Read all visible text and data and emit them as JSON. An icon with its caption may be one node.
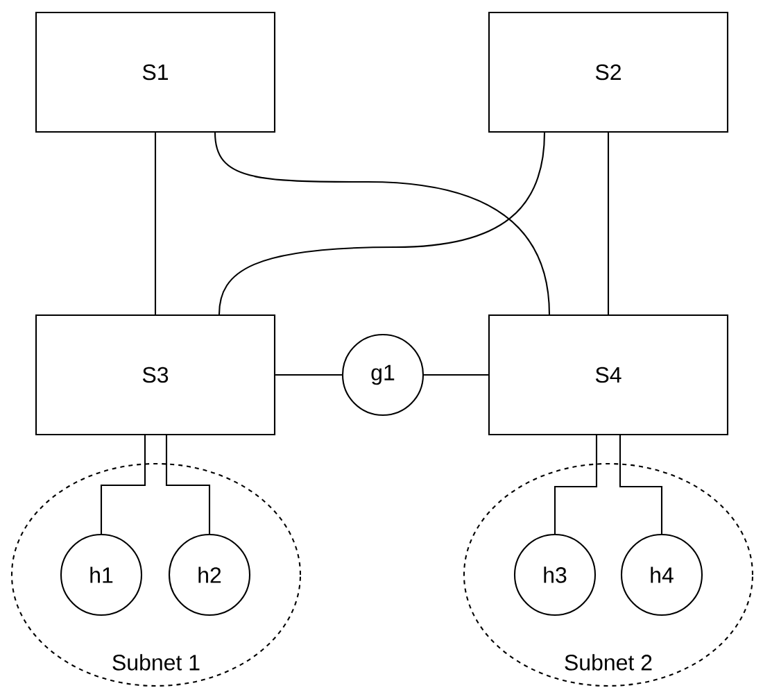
{
  "diagram": {
    "nodes": [
      {
        "text": [
          "S1"
        ]
      },
      {
        "text": [
          "S2"
        ]
      },
      {
        "text": [
          "S3"
        ]
      },
      {
        "text": [
          "g1"
        ]
      },
      {
        "text": [
          "S4"
        ]
      },
      {
        "text": [
          "Subnet 1"
        ]
      },
      {
        "text": [
          "h1"
        ],
        "in": 5
      },
      {
        "text": [
          "h2"
        ],
        "in": 5
      },
      {
        "text": [
          "Subnet 2"
        ]
      },
      {
        "text": [
          "h3"
        ],
        "in": 8
      },
      {
        "text": [
          "h4"
        ],
        "in": 8
      }
    ],
    "edges": [
      {
        "from": 0,
        "to": 2,
        "arrow": "none"
      },
      {
        "from": 0,
        "to": 4,
        "arrow": "none"
      },
      {
        "from": 1,
        "to": 2,
        "arrow": "none"
      },
      {
        "from": 1,
        "to": 4,
        "arrow": "none"
      },
      {
        "from": 2,
        "to": 3,
        "arrow": "none"
      },
      {
        "from": 3,
        "to": 4,
        "arrow": "none"
      },
      {
        "from": 2,
        "to": 6,
        "arrow": "none"
      },
      {
        "from": 2,
        "to": 7,
        "arrow": "none"
      },
      {
        "from": 4,
        "to": 9,
        "arrow": "none"
      },
      {
        "from": 4,
        "to": 10,
        "arrow": "none"
      }
    ]
  }
}
